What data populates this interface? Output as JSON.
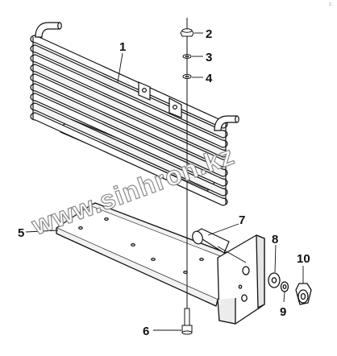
{
  "diagram": {
    "callouts": [
      {
        "id": "1",
        "label": "1"
      },
      {
        "id": "2",
        "label": "2"
      },
      {
        "id": "3",
        "label": "3"
      },
      {
        "id": "4",
        "label": "4"
      },
      {
        "id": "5",
        "label": "5"
      },
      {
        "id": "6",
        "label": "6"
      },
      {
        "id": "7",
        "label": "7"
      },
      {
        "id": "8",
        "label": "8"
      },
      {
        "id": "9",
        "label": "9"
      },
      {
        "id": "10",
        "label": "10"
      }
    ],
    "watermark": "www.sinhron.kz",
    "corner_mark": "2.."
  }
}
